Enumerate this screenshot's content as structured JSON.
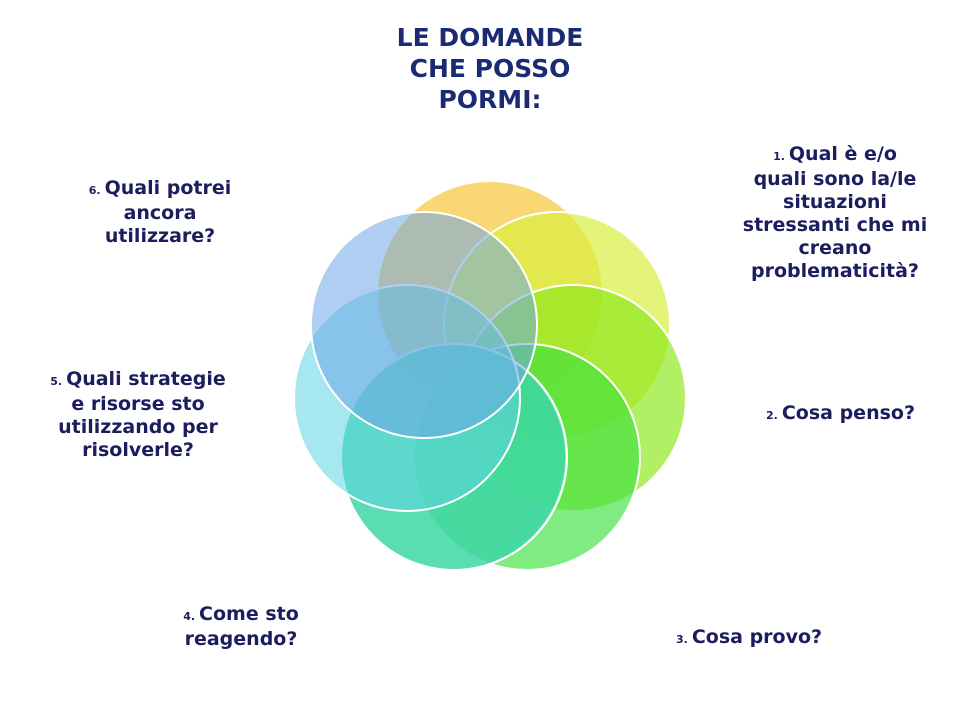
{
  "title": {
    "lines": [
      "LE DOMANDE",
      "CHE POSSO",
      "PORMI:"
    ]
  },
  "questions": [
    {
      "num": "1.",
      "lines": [
        "Qual è e/o",
        "quali sono la/le",
        "situazioni",
        "stressanti che mi",
        "creano",
        "problematicità?"
      ]
    },
    {
      "num": "2.",
      "lines": [
        "Cosa penso?"
      ]
    },
    {
      "num": "3.",
      "lines": [
        "Cosa provo?"
      ]
    },
    {
      "num": "4.",
      "lines": [
        "Come sto",
        "reagendo?"
      ]
    },
    {
      "num": "5.",
      "lines": [
        "Quali strategie",
        "e risorse sto",
        "utilizzando per",
        "risolverle?"
      ]
    },
    {
      "num": "6.",
      "lines": [
        "Quali potrei",
        "ancora",
        "utilizzare?"
      ]
    }
  ],
  "circles": [
    {
      "name": "petal-orange",
      "color": "#f9cc4e"
    },
    {
      "name": "petal-yellow-green",
      "color": "#d8ef3e"
    },
    {
      "name": "petal-lime",
      "color": "#8ce81c"
    },
    {
      "name": "petal-green",
      "color": "#3ee03e"
    },
    {
      "name": "petal-teal-green",
      "color": "#38d87e"
    },
    {
      "name": "petal-aqua",
      "color": "#3dd6b6"
    },
    {
      "name": "petal-cyan",
      "color": "#5fd4e2"
    },
    {
      "name": "petal-blue",
      "color": "#6ea6e6"
    }
  ]
}
